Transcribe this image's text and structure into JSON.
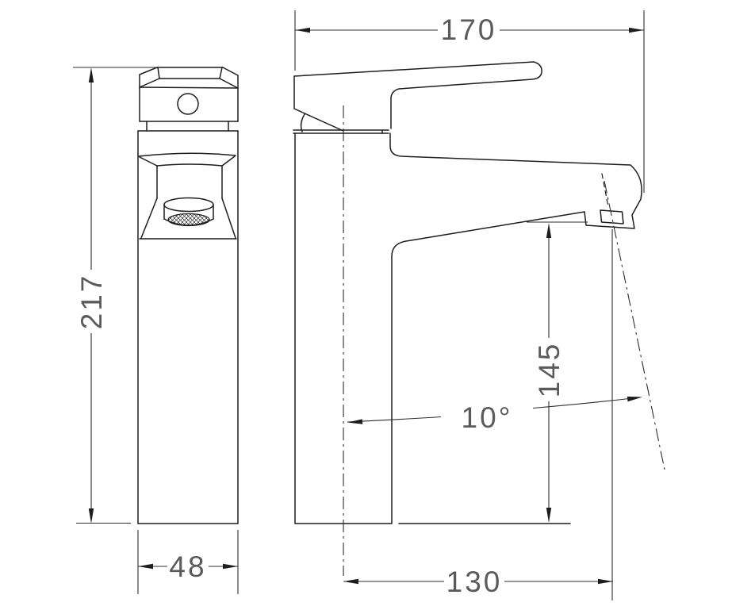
{
  "drawing": {
    "background": "#ffffff",
    "object_line_color": "#1d1d1d",
    "dimension_line_color": "#2e2e2e",
    "dimension_text_color": "#5a5a5a",
    "dimensions": {
      "overall_height": "217",
      "body_width": "48",
      "overall_reach": "170",
      "spout_outlet_height": "145",
      "spout_outlet_offset": "130",
      "spout_angle": "10°"
    }
  }
}
